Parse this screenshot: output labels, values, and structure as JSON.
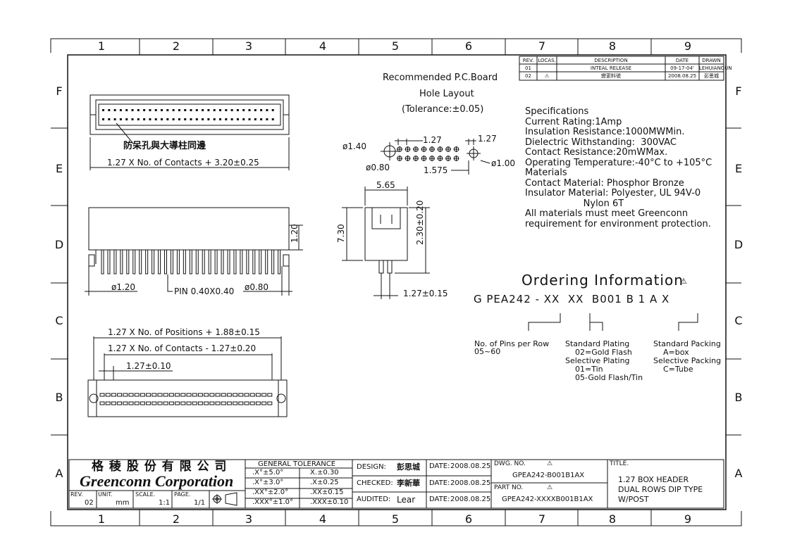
{
  "zones": {
    "columns": [
      "1",
      "2",
      "3",
      "4",
      "5",
      "6",
      "7",
      "8",
      "9"
    ],
    "rows": [
      "F",
      "E",
      "D",
      "C",
      "B",
      "A"
    ]
  },
  "revision_table": {
    "headers": [
      "REV.",
      "LOCAS.",
      "DESCRIPTION",
      "DATE",
      "DRAWN"
    ],
    "rows": [
      [
        "01",
        "",
        "INTEAL RELEASE",
        "09-17-04'",
        "LEHUIANGUN"
      ],
      [
        "02",
        "⚠",
        "變更料號",
        "2008.08.25",
        "彭思城"
      ]
    ]
  },
  "pcb_layout": {
    "title_line1": "Recommended P.C.Board",
    "title_line2": "Hole Layout",
    "title_line3": "(Tolerance:±0.05)",
    "dim_hole_large": "ø1.40",
    "dim_hole_small": "ø0.80",
    "dim_pitch": "1.27",
    "dim_pitch_right": "1.27",
    "dim_offset": "1.575",
    "dim_hole_peg": "ø1.00"
  },
  "top_view": {
    "callout": "防呆孔與大導柱同邊",
    "dim_length": "1.27 X No. of Contacts + 3.20±0.25"
  },
  "side_view": {
    "dim_height": "1.20",
    "dim_peg": "ø1.20",
    "dim_pin": "PIN 0.40X0.40",
    "dim_post": "ø0.80"
  },
  "end_view": {
    "dim_width": "5.65",
    "dim_height": "7.30",
    "dim_tail": "2.30±0.20",
    "dim_pitch": "1.27±0.15"
  },
  "bottom_view": {
    "dim_positions": "1.27 X No. of Positions + 1.88±0.15",
    "dim_contacts": "1.27 X No. of Contacts - 1.27±0.20",
    "dim_pitch": "1.27±0.10"
  },
  "specifications": {
    "heading": "Specifications",
    "lines": [
      "Current Rating:1Amp",
      "Insulation Resistance:1000MWMin.",
      "Dielectric Withstanding:  300VAC",
      "Contact Resistance:20mWMax.",
      "Operating Temperature:-40°C to +105°C",
      "Materials",
      "Contact Material: Phosphor Bronze",
      "Insulator Material: Polyester, UL 94V-0",
      "                    Nylon 6T",
      "All materials must meet Greenconn",
      "requirement for environment protection."
    ]
  },
  "ordering": {
    "heading": "Ordering Information",
    "code": "G PEA242 - XX  XX  B001 B 1 A X",
    "pins_label": "No. of Pins per Row",
    "pins_range": "05~60",
    "plating_lines": [
      "Standard Plating",
      "    02=Gold Flash",
      "Selective Plating",
      "    01=Tin",
      "    05-Gold Flash/Tin"
    ],
    "packing_lines": [
      "Standard Packing",
      "    A=box",
      "Selective Packing",
      "    C=Tube"
    ]
  },
  "title_block": {
    "company_cn": "格 稜 股 份 有 限 公 司",
    "company_en": "Greenconn Corporation",
    "rev_label": "REV.",
    "rev_value": "02",
    "unit_label": "UNIT.",
    "unit_value": "mm",
    "scale_label": "SCALE.",
    "scale_value": "1:1",
    "page_label": "PAGE.",
    "page_value": "1/1",
    "tolerance_title": "GENERAL TOLERANCE",
    "tolerances": [
      [
        ".X°±5.0°",
        "X.±0.30"
      ],
      [
        ".X°±3.0°",
        ".X±0.25"
      ],
      [
        ".XX°±2.0°",
        ".XX±0.15"
      ],
      [
        ".XXX°±1.0°",
        ".XXX±0.10"
      ]
    ],
    "design_label": "DESIGN:",
    "design_value": "彭思城",
    "checked_label": "CHECKED:",
    "checked_value": "李新華",
    "audited_label": "AUDITED:",
    "audited_value": "Lear",
    "date_label": "DATE:",
    "dates": [
      "2008.08.25",
      "2008.08.25",
      "2008.08.25"
    ],
    "dwg_label": "DWG. NO.",
    "dwg_value": "GPEA242-B001B1AX",
    "part_label": "PART NO.",
    "part_value": "GPEA242-XXXXB001B1AX",
    "title_label": "TITLE.",
    "title_lines": [
      "1.27 BOX HEADER",
      "DUAL ROWS DIP TYPE",
      "W/POST"
    ]
  }
}
